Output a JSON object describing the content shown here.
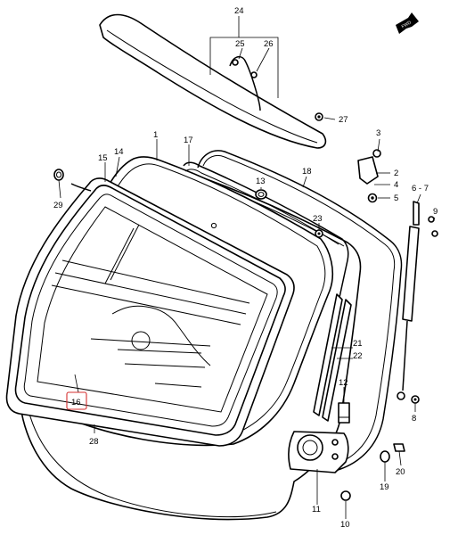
{
  "callouts": {
    "c24": "24",
    "c25": "25",
    "c26": "26",
    "c27": "27",
    "c3": "3",
    "c2": "2",
    "c4": "4",
    "c5": "5",
    "c6_7": "6 - 7",
    "c9": "9",
    "c18": "18",
    "c17": "17",
    "c1": "1",
    "c14": "14",
    "c15": "15",
    "c13": "13",
    "c23": "23",
    "c21": "21",
    "c22": "22",
    "c12": "12",
    "c8": "8",
    "c19": "19",
    "c20": "20",
    "c11": "11",
    "c10": "10",
    "c28": "28",
    "c29": "29",
    "c16": "16"
  },
  "colors": {
    "line": "#000000",
    "background": "#ffffff",
    "highlight": "#d42f2f"
  },
  "icons": {
    "forward_arrow": "forward-arrow-icon"
  }
}
